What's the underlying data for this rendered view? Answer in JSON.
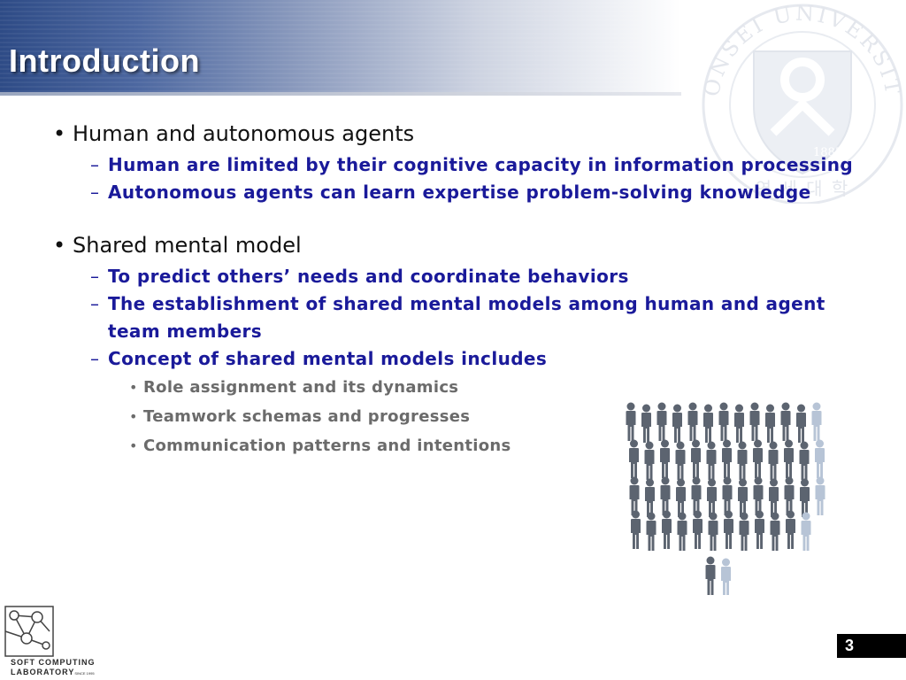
{
  "header": {
    "title": "Introduction"
  },
  "seal": {
    "text": "YONSEI UNIVERSITY",
    "year": "1885",
    "korean": "연 세 대 학"
  },
  "sections": [
    {
      "heading": "Human and autonomous agents",
      "items": [
        {
          "text": "Human are limited by their cognitive capacity in information processing",
          "sub": []
        },
        {
          "text": "Autonomous agents can learn expertise problem-solving knowledge",
          "sub": []
        }
      ]
    },
    {
      "heading": "Shared mental model",
      "items": [
        {
          "text": "To predict others’ needs and coordinate behaviors",
          "sub": []
        },
        {
          "text": "The establishment of shared mental models among human and agent team members",
          "sub": []
        },
        {
          "text": "Concept of shared mental models includes",
          "sub": [
            "Role assignment and its dynamics",
            "Teamwork schemas and progresses",
            "Communication patterns and intentions"
          ]
        }
      ]
    }
  ],
  "footer": {
    "lab_line1": "SOFT COMPUTING",
    "lab_line2": "LABORATORY",
    "lab_since": "SINCE 1995",
    "page_number": "3"
  },
  "colors": {
    "header_dark": "#2e4b86",
    "level1_text": "#111111",
    "level2_text": "#1a1a9a",
    "level3_text": "#6b6b6b",
    "people_dark": "#5c6470",
    "people_light": "#b7c4d6"
  },
  "icons": {
    "people_graphic": "crowd-of-people-icon",
    "lab_logo": "network-graph-logo"
  }
}
